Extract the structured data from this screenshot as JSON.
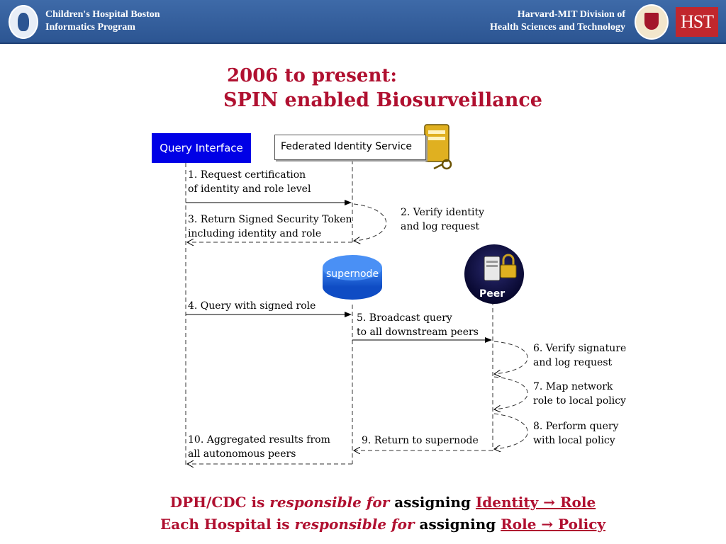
{
  "header": {
    "left_line1": "Children's Hospital Boston",
    "left_line2": "Informatics Program",
    "right_line1": "Harvard-MIT Division of",
    "right_line2": "Health Sciences and Technology",
    "hst_logo_text": "HST"
  },
  "title": {
    "line1": "2006 to present:",
    "line2": "SPIN enabled Biosurveillance"
  },
  "actors": {
    "query_interface": "Query Interface",
    "federated_identity": "Federated Identity Service",
    "supernode": "supernode",
    "peer": "Peer"
  },
  "steps": {
    "s1_line1": "1. Request certification",
    "s1_line2": "of identity and role level",
    "s2_line1": "2. Verify identity",
    "s2_line2": "and log request",
    "s3_line1": "3. Return Signed Security Token",
    "s3_line2": "including identity and role",
    "s4": "4. Query with signed role",
    "s5_line1": "5. Broadcast query",
    "s5_line2": "to all downstream peers",
    "s6_line1": "6. Verify signature",
    "s6_line2": "and log request",
    "s7_line1": "7. Map network",
    "s7_line2": "role to local policy",
    "s8_line1": "8. Perform query",
    "s8_line2": "with local policy",
    "s9": "9. Return to supernode",
    "s10_line1": "10. Aggregated results from",
    "s10_line2": "all autonomous peers"
  },
  "footer": {
    "l1_a": "DPH/CDC is ",
    "l1_b": "responsible for",
    "l1_c": " assigning ",
    "l1_d": "Identity → Role ",
    "l2_a": "Each Hospital is ",
    "l2_b": "responsible for",
    "l2_c": " assigning ",
    "l2_d": "Role → Policy"
  },
  "colors": {
    "title": "#b01030",
    "header_bg": "#2c5592",
    "query_box": "#0000e6",
    "supernode": "#1a5fd6",
    "peer": "#0a0a40"
  },
  "icons": [
    "server-key-icon",
    "server-lock-icon"
  ]
}
